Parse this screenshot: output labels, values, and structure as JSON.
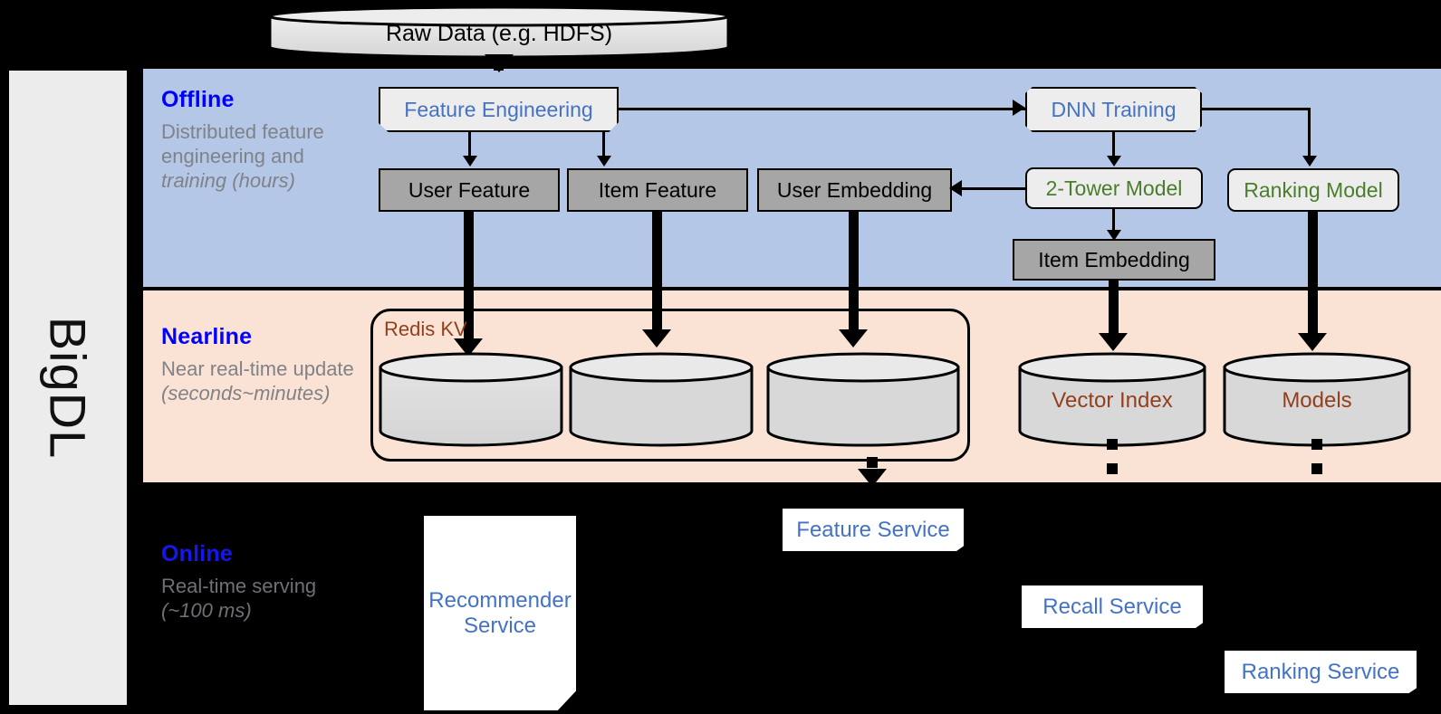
{
  "sidebar": {
    "label": "BigDL"
  },
  "source": {
    "label": "Raw Data (e.g. HDFS)"
  },
  "bands": {
    "offline": {
      "title": "Offline",
      "desc": "Distributed feature engineering and ",
      "desc_em": "training (hours)"
    },
    "nearline": {
      "title": "Nearline",
      "desc": "Near real-time update ",
      "desc_em": "(seconds~minutes)"
    },
    "online": {
      "title": "Online",
      "desc": "Real-time serving ",
      "desc_em": "(~100 ms)"
    }
  },
  "offline_nodes": {
    "feature_engineering": "Feature Engineering",
    "dnn_training": "DNN Training",
    "user_feature": "User Feature",
    "item_feature": "Item Feature",
    "user_embedding": "User Embedding",
    "two_tower_model": "2-Tower Model",
    "ranking_model": "Ranking Model",
    "item_embedding": "Item Embedding"
  },
  "nearline_nodes": {
    "redis_kv": "Redis KV",
    "kv_store_1": "",
    "kv_store_2": "",
    "kv_store_3": "",
    "vector_index": "Vector Index",
    "models": "Models"
  },
  "online_nodes": {
    "recommender_service": "Recommender Service",
    "feature_service": "Feature Service",
    "recall_service": "Recall Service",
    "ranking_service": "Ranking Service"
  },
  "colors": {
    "offline_band": "#b4c7e7",
    "nearline_band": "#fae3d4",
    "online_band": "#000000",
    "band_title": "#0000ff",
    "model_text": "#4a7d2c",
    "process_text": "#4472c4",
    "storage_text": "#943f1c",
    "gray_box": "#a6a6a6",
    "sidebar": "#ececec"
  }
}
